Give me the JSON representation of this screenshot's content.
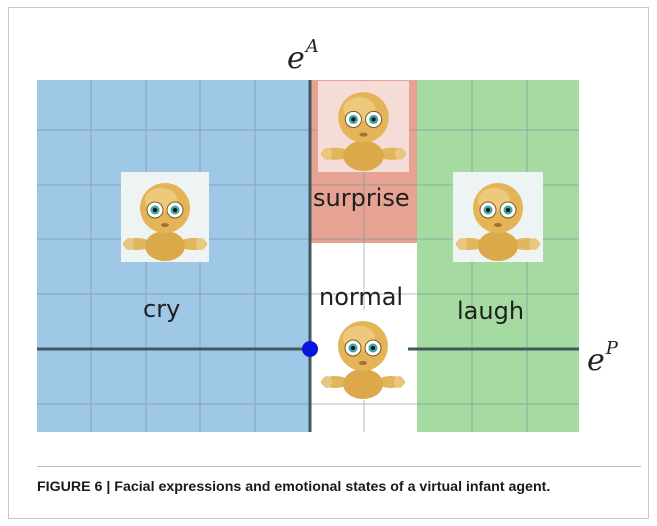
{
  "regions": {
    "cry": "cry",
    "surprise": "surprise",
    "normal": "normal",
    "laugh": "laugh"
  },
  "axes": {
    "vertical_base": "e",
    "vertical_sup": "A",
    "horizontal_base": "e",
    "horizontal_sup": "P"
  },
  "caption": {
    "label": "FIGURE 6 | ",
    "text": "Facial expressions and emotional states of a virtual infant agent."
  },
  "colors": {
    "cry_region": "#9fc8e6",
    "surprise_region": "#e6a393",
    "laugh_region": "#a5dba0",
    "origin_point": "#0a14e0",
    "axis_line": "#3f5a5f",
    "grid_line": "#6f8aa0"
  },
  "icons": [
    "infant-face-icon"
  ]
}
